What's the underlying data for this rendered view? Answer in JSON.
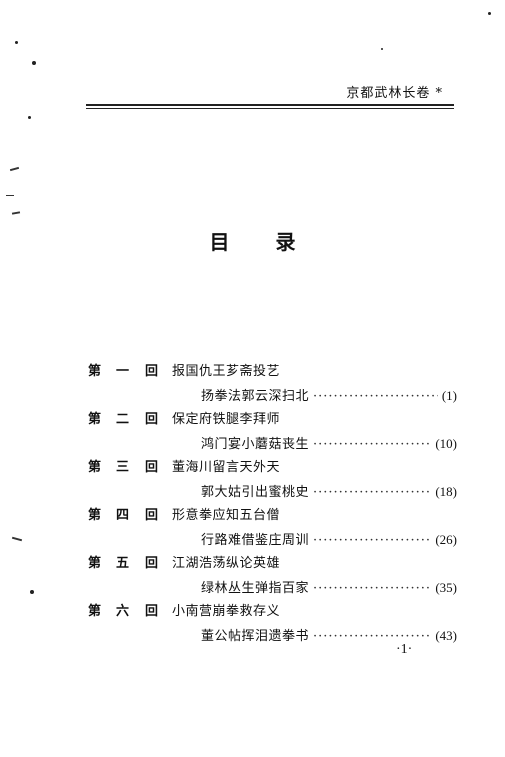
{
  "header": "京都武林长卷",
  "header_mark": "*",
  "title": {
    "char1": "目",
    "char2": "录"
  },
  "toc": [
    {
      "di": "第",
      "num": "一",
      "hui": "回",
      "t1": "报国仇王芗斋投艺",
      "t2": "扬拳法郭云深扫北",
      "page": "(1)"
    },
    {
      "di": "第",
      "num": "二",
      "hui": "回",
      "t1": "保定府铁腿李拜师",
      "t2": "鸿门宴小蘑菇丧生",
      "page": "(10)"
    },
    {
      "di": "第",
      "num": "三",
      "hui": "回",
      "t1": "董海川留言天外天",
      "t2": "郭大姑引出蜜桃史",
      "page": "(18)"
    },
    {
      "di": "第",
      "num": "四",
      "hui": "回",
      "t1": "形意拳应知五台僧",
      "t2": "行路难借鉴庄周训",
      "page": "(26)"
    },
    {
      "di": "第",
      "num": "五",
      "hui": "回",
      "t1": "江湖浩荡纵论英雄",
      "t2": "绿林丛生弹指百家",
      "page": "(35)"
    },
    {
      "di": "第",
      "num": "六",
      "hui": "回",
      "t1": "小南营崩拳救存义",
      "t2": "董公帖挥泪遗拳书",
      "page": "(43)"
    }
  ],
  "leader": "··························",
  "page_number": "·1·"
}
